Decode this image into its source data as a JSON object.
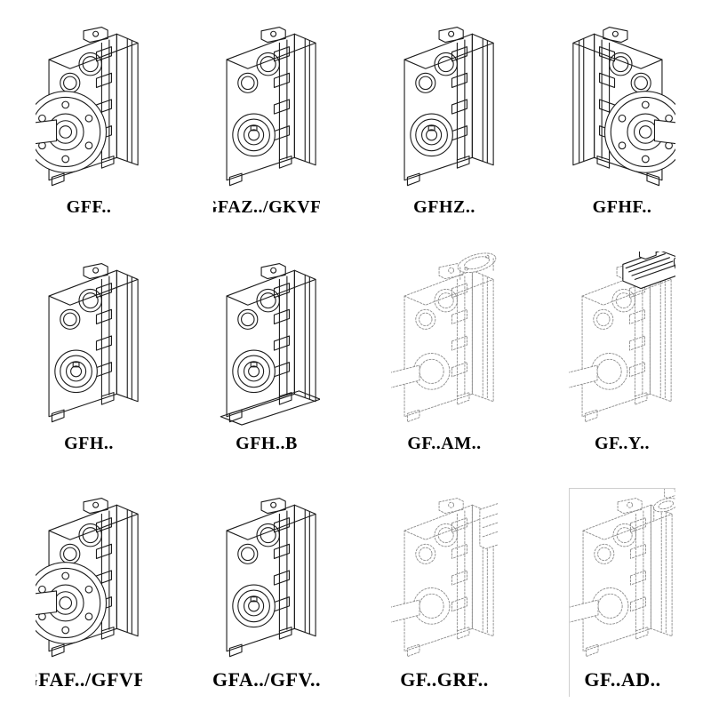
{
  "page": {
    "background": "#ffffff",
    "line_color": "#1c1c1c",
    "dashed_line_color": "#8f8f8f",
    "description": "Catalog sheet of parallel shaft helical gear reducer model variants, isometric technical line drawings"
  },
  "cells": [
    {
      "label": "GFF..",
      "variant": "flange-output-solid"
    },
    {
      "label": "GFAZ../GKVF..",
      "variant": "hollow-bore-solid"
    },
    {
      "label": "GFHZ..",
      "variant": "hollow-bore-solid"
    },
    {
      "label": "GFHF..",
      "variant": "flange-output-solid-mirrored"
    },
    {
      "label": "GFH..",
      "variant": "hollow-bore-solid"
    },
    {
      "label": "GFH..B",
      "variant": "hollow-bore-solid-base"
    },
    {
      "label": "GF..AM..",
      "variant": "dashed-input-flange-adapter"
    },
    {
      "label": "GF..Y..",
      "variant": "dashed-with-motor"
    },
    {
      "label": "GFAF../GFVF..",
      "variant": "flange-output-solid"
    },
    {
      "label": "GFA../GFV..",
      "variant": "hollow-bore-solid"
    },
    {
      "label": "GF..GRF..",
      "variant": "dashed-with-cover-box"
    },
    {
      "label": "GF..AD..",
      "variant": "dashed-input-shaft-adapter"
    }
  ]
}
